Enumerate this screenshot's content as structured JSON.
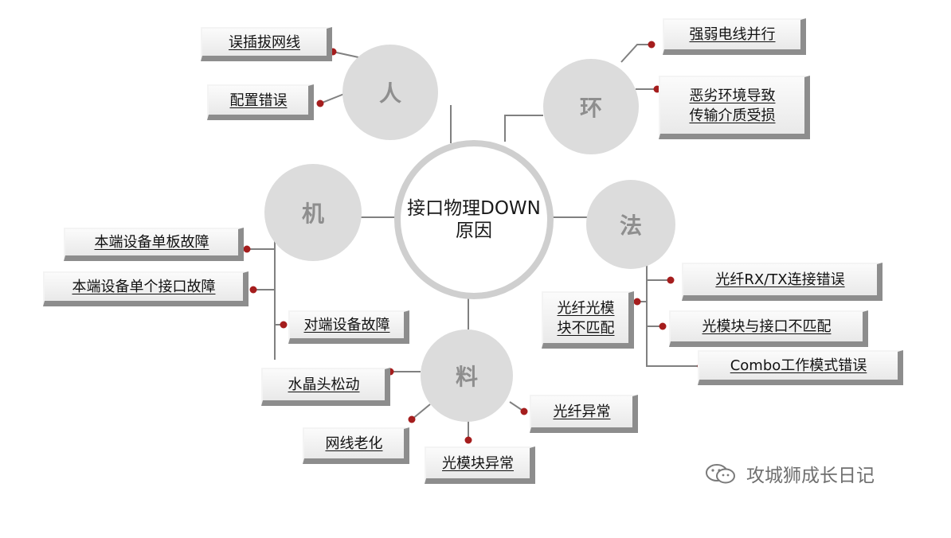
{
  "center": {
    "line1": "接口物理DOWN",
    "line2": "原因"
  },
  "categories": {
    "people": "人",
    "environment": "环",
    "machine": "机",
    "method": "法",
    "material": "料"
  },
  "causes": {
    "people": [
      "误插拔网线",
      "配置错误"
    ],
    "environment": [
      "强弱电线并行",
      "恶劣环境导致",
      "传输介质受损"
    ],
    "machine": [
      "本端设备单板故障",
      "本端设备单个接口故障",
      "对端设备故障"
    ],
    "method": [
      "光纤RX/TX连接错误",
      "光模块与接口不匹配",
      "Combo工作模式错误",
      "光纤光模",
      "块不匹配"
    ],
    "material": [
      "水晶头松动",
      "光纤异常",
      "网线老化",
      "光模块异常"
    ]
  },
  "watermark": {
    "text": "攻城狮成长日记",
    "icon": "wechat-icon"
  },
  "colors": {
    "connector_line": "#808080",
    "dot": "#a51d1d",
    "category_circle": "#dcdcdc",
    "center_ring": "#cfcfcf"
  }
}
